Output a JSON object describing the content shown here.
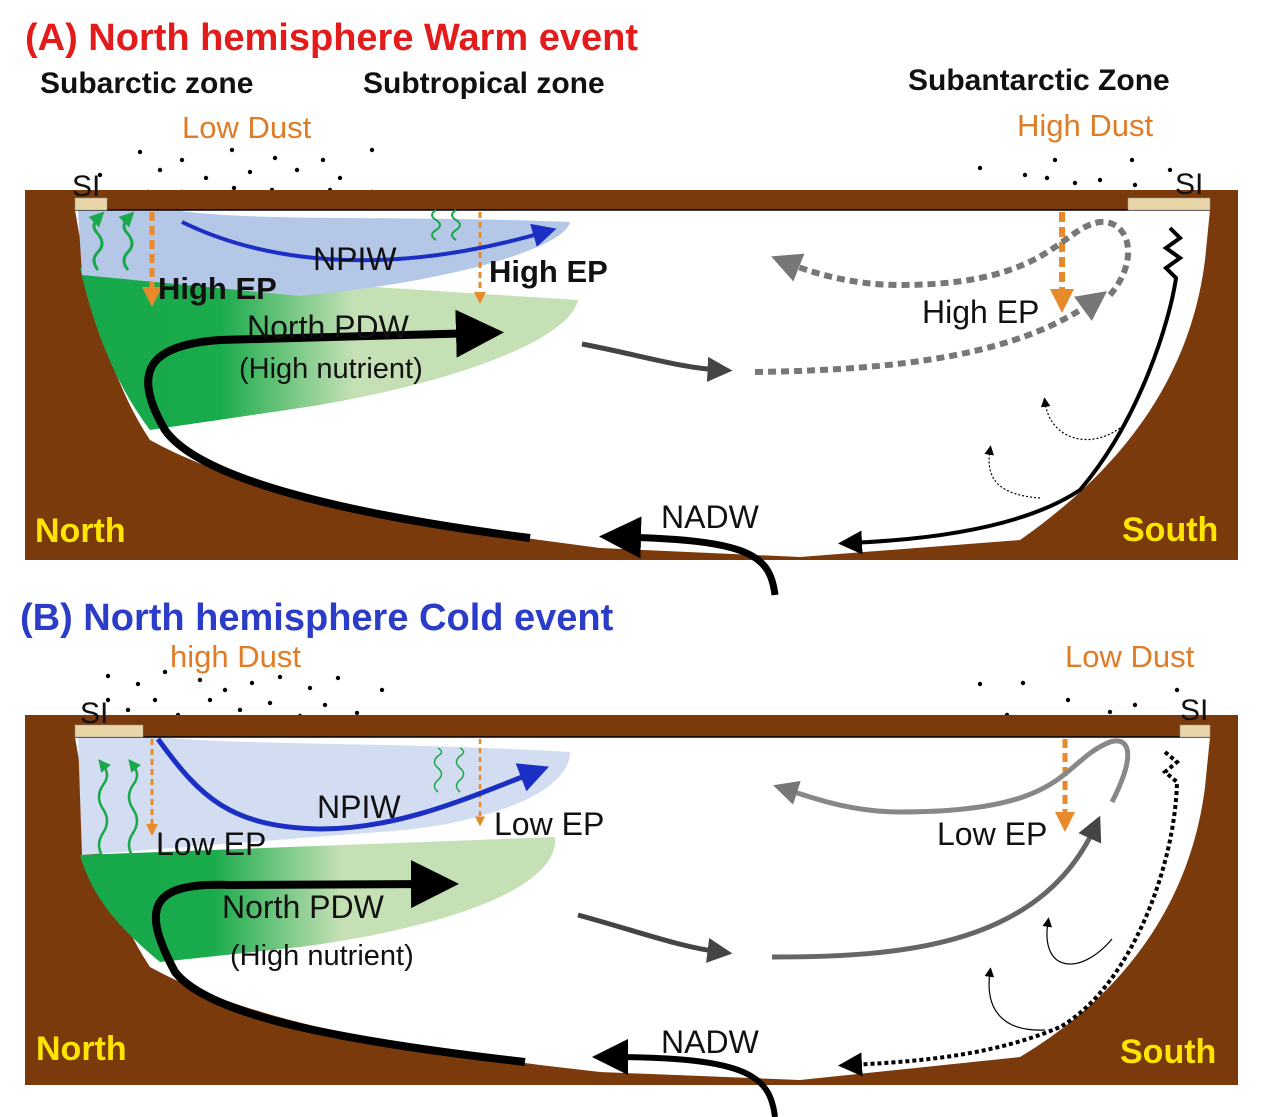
{
  "panel_a": {
    "title": "(A) North hemisphere Warm event",
    "title_color": "#e31b1b",
    "zones": [
      "Subarctic zone",
      "Subtropical zone",
      "Subantarctic Zone"
    ],
    "dust_north": "Low Dust",
    "dust_south": "High Dust",
    "si_north": "SI",
    "si_south": "SI",
    "ep_north": "High EP",
    "ep_subtropical": "High EP",
    "ep_south": "High EP",
    "npiw": "NPIW",
    "pdw": "North PDW",
    "pdw_note": "(High nutrient)",
    "nadw": "NADW",
    "north": "North",
    "south": "South"
  },
  "panel_b": {
    "title": "(B) North hemisphere Cold event",
    "title_color": "#2b3cc8",
    "dust_north": "high Dust",
    "dust_south": "Low Dust",
    "si_north": "SI",
    "si_south": "SI",
    "ep_north": "Low EP",
    "ep_subtropical": "Low EP",
    "ep_south": "Low EP",
    "npiw": "NPIW",
    "pdw": "North PDW",
    "pdw_note": "(High nutrient)",
    "nadw": "NADW",
    "north": "North",
    "south": "South"
  },
  "colors": {
    "seafloor": "#7b3a0c",
    "npiw": "#b4c7e7",
    "pdw": "#16a84a",
    "dust_text": "#e07b26",
    "region_text": "#ffe500"
  }
}
